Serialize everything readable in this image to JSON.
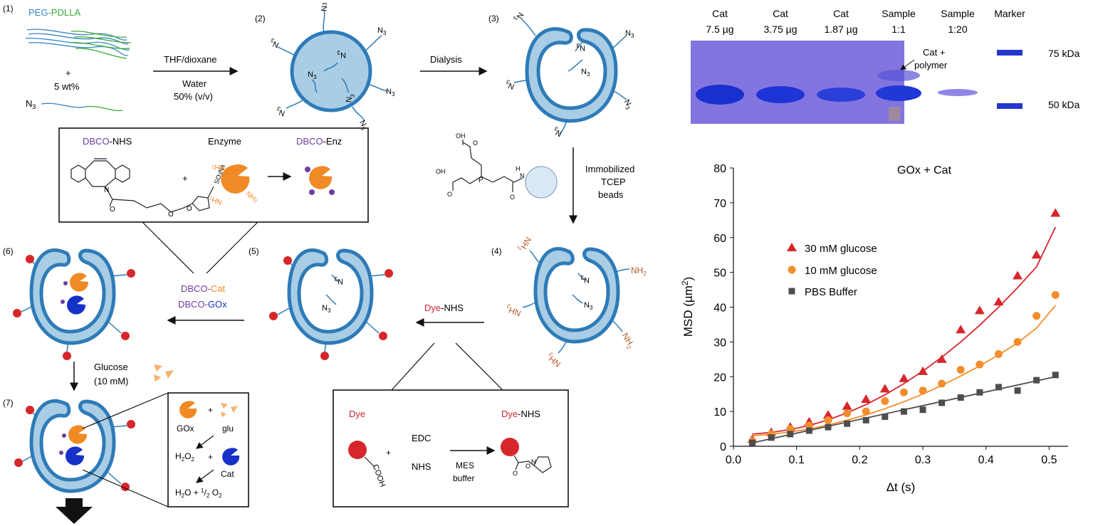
{
  "steps": {
    "s1": "(1)",
    "s2": "(2)",
    "s3": "(3)",
    "s4": "(4)",
    "s5": "(5)",
    "s6": "(6)",
    "s7": "(7)"
  },
  "step1": {
    "peg": "PEG-",
    "pdlla": "PDLLA",
    "plus": "+",
    "wt": "5 wt%",
    "n3": "N",
    "n3_sub": "3"
  },
  "arrows": {
    "thf": "THF/dioxane",
    "water": "Water",
    "water_ratio": "50% (v/v)",
    "dialysis": "Dialysis",
    "tcep1": "Immobilized",
    "tcep2": "TCEP",
    "tcep3": "beads",
    "dye_nhs_dye": "Dye",
    "dye_nhs_rest": "-NHS",
    "dbco_cat_a": "DBCO-",
    "dbco_cat_b": "Cat",
    "dbco_gox_a": "DBCO-",
    "dbco_gox_b": "GOx",
    "glucose1": "Glucose",
    "glucose2": "(10 mM)"
  },
  "dbco_box": {
    "dbco_a": "DBCO",
    "dbco_b": "-NHS",
    "enzyme": "Enzyme",
    "enz_a": "DBCO",
    "enz_b": "-Enz",
    "so3": "SO",
    "so3_sub": "3",
    "na": "Na",
    "nh2": "NH",
    "nh2_sub": "2",
    "o": "O",
    "n": "N",
    "plus": "+"
  },
  "tcep_mol": {
    "oh": "OH",
    "o": "O",
    "p": "P",
    "h": "H",
    "n": "N"
  },
  "dye_box": {
    "dye": "Dye",
    "edc": "EDC",
    "nhs": "NHS",
    "mes1": "MES",
    "mes2": "buffer",
    "prod_a": "Dye",
    "prod_b": "-NHS",
    "cooh": "COOH",
    "plus": "+",
    "o": "O",
    "n": "N"
  },
  "reaction_box": {
    "gox": "GOx",
    "plus": "+",
    "glu": "glu",
    "h2o2_a": "H",
    "h2o2_b": "2",
    "h2o2_c": "O",
    "h2o2_d": "2",
    "cat": "Cat",
    "h2o_a": "H",
    "h2o_b": "2",
    "h2o_c": "O + ",
    "h2o_d": "1",
    "h2o_e": "/",
    "h2o_f": "2",
    "h2o_g": " O",
    "h2o_h": "2"
  },
  "labels": {
    "n3": "N",
    "n3_sub": "3",
    "nh2": "NH",
    "nh2_sub": "2"
  },
  "gel": {
    "lanes": [
      {
        "l1": "Cat",
        "l2": "7.5 µg"
      },
      {
        "l1": "Cat",
        "l2": "3.75 µg"
      },
      {
        "l1": "Cat",
        "l2": "1.87 µg"
      },
      {
        "l1": "Sample",
        "l2": "1:1"
      },
      {
        "l1": "Sample",
        "l2": "1:20"
      },
      {
        "l1": "Marker",
        "l2": ""
      }
    ],
    "annotation1": "Cat +",
    "annotation2": "polymer",
    "kda75": "75 kDa",
    "kda50": "50 kDa"
  },
  "colors": {
    "vesicle_fill": "#a9cde4",
    "vesicle_stroke": "#2e7bb8",
    "dye": "#d7262b",
    "cat": "#f08a24",
    "gox": "#1531c8",
    "dbco": "#6b3fa0",
    "peg": "#3b86c6",
    "pdlla": "#3aaa35",
    "nh2": "#b55a2a",
    "gel_bg": "#7e72dd",
    "band": "#1a2fd0",
    "series_30": "#d7262b",
    "series_10": "#f28e2b",
    "series_pbs": "#4d4d4d"
  },
  "chart_data": {
    "type": "scatter",
    "title": "GOx + Cat",
    "xlabel": "Δt (s)",
    "ylabel": "MSD (µm²)",
    "ylabel_a": "MSD (µm",
    "ylabel_b": "2",
    "ylabel_c": ")",
    "xlim": [
      0.0,
      0.53
    ],
    "ylim": [
      0,
      80
    ],
    "xticks": [
      "0.0",
      "0.1",
      "0.2",
      "0.3",
      "0.4",
      "0.5"
    ],
    "xtick_values": [
      0.0,
      0.1,
      0.2,
      0.3,
      0.4,
      0.5
    ],
    "yticks": [
      "0",
      "10",
      "20",
      "30",
      "40",
      "50",
      "60",
      "70",
      "80"
    ],
    "ytick_values": [
      0,
      10,
      20,
      30,
      40,
      50,
      60,
      70,
      80
    ],
    "legend_position": "upper-left",
    "series": [
      {
        "name": "30 mM glucose",
        "marker": "triangle",
        "color": "#d7262b",
        "x": [
          0.03,
          0.06,
          0.09,
          0.12,
          0.15,
          0.18,
          0.21,
          0.24,
          0.27,
          0.3,
          0.33,
          0.36,
          0.39,
          0.42,
          0.45,
          0.48,
          0.51
        ],
        "y": [
          2,
          4,
          5.5,
          7,
          9,
          11.5,
          13.5,
          16.5,
          19.5,
          21.5,
          25,
          33.5,
          39,
          41.5,
          49,
          55,
          67
        ],
        "fit_x": [
          0.03,
          0.06,
          0.09,
          0.12,
          0.15,
          0.18,
          0.21,
          0.24,
          0.27,
          0.3,
          0.33,
          0.36,
          0.39,
          0.42,
          0.45,
          0.48,
          0.51
        ],
        "fit_y": [
          3.5,
          4.0,
          4.8,
          6.0,
          7.6,
          9.6,
          12.0,
          14.8,
          18.0,
          21.6,
          25.6,
          30.0,
          34.8,
          40.0,
          45.6,
          51.6,
          63.0
        ]
      },
      {
        "name": "10 mM glucose",
        "marker": "circle",
        "color": "#f28e2b",
        "x": [
          0.03,
          0.06,
          0.09,
          0.12,
          0.15,
          0.18,
          0.21,
          0.24,
          0.27,
          0.3,
          0.33,
          0.36,
          0.39,
          0.42,
          0.45,
          0.48,
          0.51
        ],
        "y": [
          1.5,
          3.5,
          5,
          6,
          7.5,
          9.5,
          10,
          13,
          15.5,
          16,
          18,
          22,
          23.5,
          26.5,
          30,
          37.5,
          43.5
        ],
        "fit_x": [
          0.03,
          0.06,
          0.09,
          0.12,
          0.15,
          0.18,
          0.21,
          0.24,
          0.27,
          0.3,
          0.33,
          0.36,
          0.39,
          0.42,
          0.45,
          0.48,
          0.51
        ],
        "fit_y": [
          3.0,
          3.5,
          4.1,
          5.0,
          6.1,
          7.5,
          9.0,
          10.8,
          12.8,
          15.0,
          17.5,
          20.2,
          23.1,
          26.3,
          29.7,
          34.0,
          40.5
        ]
      },
      {
        "name": "PBS Buffer",
        "marker": "square",
        "color": "#4d4d4d",
        "x": [
          0.03,
          0.06,
          0.09,
          0.12,
          0.15,
          0.18,
          0.21,
          0.24,
          0.27,
          0.3,
          0.33,
          0.36,
          0.39,
          0.42,
          0.45,
          0.48,
          0.51
        ],
        "y": [
          1,
          2.5,
          3.5,
          4.5,
          5.5,
          6.5,
          7.5,
          8.5,
          10,
          10.5,
          12.5,
          14,
          15.5,
          17,
          16,
          19,
          20.5
        ],
        "fit_x": [
          0.03,
          0.51
        ],
        "fit_y": [
          1.0,
          20.0
        ]
      }
    ]
  }
}
